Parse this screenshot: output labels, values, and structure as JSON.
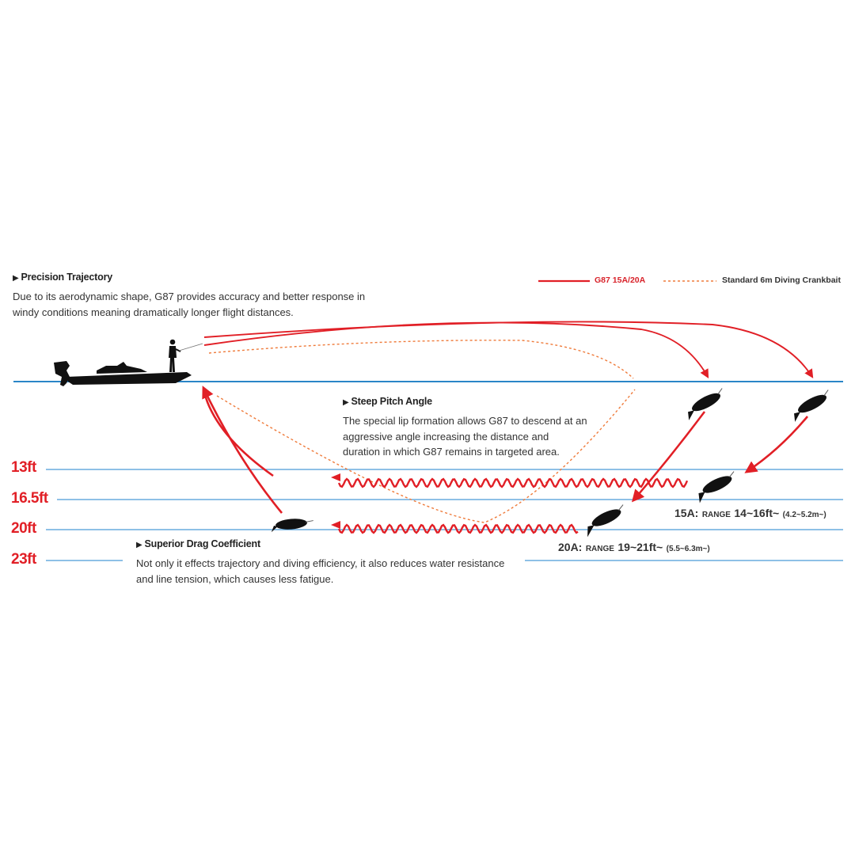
{
  "legend": {
    "g87_label": "G87 15A/20A",
    "standard_label": "Standard 6m Diving Crankbait"
  },
  "sections": {
    "precision": {
      "title": "Precision Trajectory",
      "body_line1": "Due to its aerodynamic shape, G87 provides accuracy and better response in",
      "body_line2": "windy conditions meaning dramatically longer flight distances."
    },
    "steep": {
      "title": "Steep Pitch Angle",
      "body_line1": "The special lip formation allows G87 to descend at an",
      "body_line2": "aggressive angle increasing the distance and",
      "body_line3": "duration in which G87 remains in targeted area."
    },
    "drag": {
      "title": "Superior Drag Coefficient",
      "body_line1": "Not only it effects trajectory and diving efficiency, it also reduces water resistance",
      "body_line2": "and line tension, which causes less fatigue."
    }
  },
  "depths": [
    "13ft",
    "16.5ft",
    "20ft",
    "23ft"
  ],
  "ranges": {
    "a15": {
      "code": "15A:",
      "word": "RANGE",
      "value": "14~16ft~",
      "metric": "(4.2~5.2m~)"
    },
    "a20": {
      "code": "20A:",
      "word": "RANGE",
      "value": "19~21ft~",
      "metric": "(5.5~6.3m~)"
    }
  },
  "colors": {
    "g87": "#e11f26",
    "standard": "#ef7b3b",
    "water": "#2a85c7",
    "depth_line": "#4a9bd6",
    "silhouette": "#111111"
  },
  "icons": [
    "boat-silhouette-icon",
    "angler-silhouette-icon",
    "crankbait-lure-icon",
    "arrow-head-icon",
    "play-triangle-icon"
  ]
}
